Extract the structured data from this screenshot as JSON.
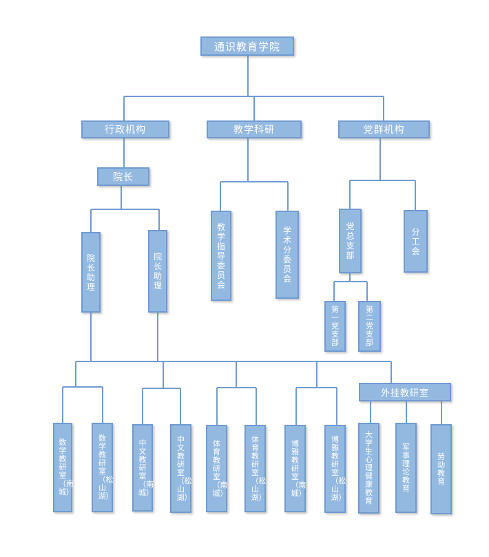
{
  "org": {
    "root": "通识教育学院",
    "admin": {
      "title": "行政机构",
      "dean": "院长",
      "assistant_left": "院长助理",
      "assistant_right": "院长助理",
      "offices": {
        "math_nancheng": "数学教研室（南城）",
        "math_songshanhu": "数学教研室（松山湖）",
        "chinese_nancheng": "中文教研室（南城）",
        "chinese_songshanhu": "中文教研室（松山湖）",
        "pe_nancheng": "体育教研室（南城）",
        "pe_songshanhu": "体育教研室（松山湖）",
        "boya_nancheng": "博雅教研室（南城）",
        "boya_songshanhu": "博雅教研室（松山湖）"
      },
      "affiliated": {
        "title": "外挂教研室",
        "psych": "大学生心理健康教育",
        "military": "军事理论教育",
        "labor": "劳动教育"
      }
    },
    "teaching": {
      "title": "教学科研",
      "guidance": "教学指导委员会",
      "academic": "学术分委员会"
    },
    "party": {
      "title": "党群机构",
      "general_branch": "党总支部",
      "union": "分工会",
      "branch1": "第一党支部",
      "branch2": "第二党支部"
    }
  }
}
